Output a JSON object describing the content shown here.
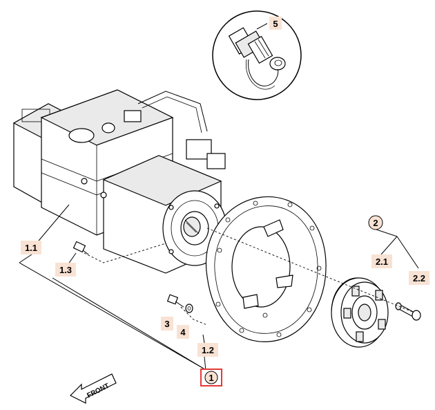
{
  "callouts": {
    "c1": "1",
    "c1_1": "1.1",
    "c1_2": "1.2",
    "c1_3": "1.3",
    "c2": "2",
    "c2_1": "2.1",
    "c2_2": "2.2",
    "c3": "3",
    "c4": "4",
    "c5": "5"
  },
  "front_arrow_label": "FRONT",
  "colors": {
    "label_highlight": "#f8e2d3",
    "selected_border": "#e53935",
    "line": "#000000"
  }
}
